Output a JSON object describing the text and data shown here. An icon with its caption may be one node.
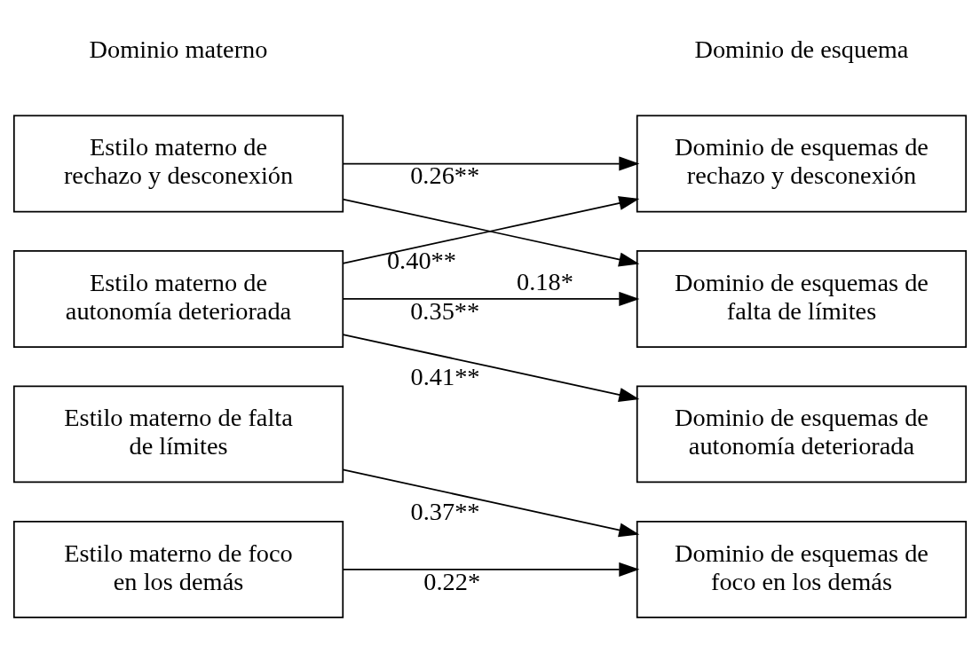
{
  "diagram": {
    "nodes": [
      {
        "text": [
          "Estilo materno de rechazo y desconexión"
        ]
      },
      {
        "text": [
          "Estilo materno de autonomía deteriorada"
        ]
      },
      {
        "text": [
          "Estilo materno de falta de límites"
        ]
      },
      {
        "text": [
          "Estilo materno de foco en los demás"
        ]
      },
      {
        "text": [
          "Dominio de esquemas de rechazo y desconexión"
        ]
      },
      {
        "text": [
          "Dominio de esquemas de falta de límites"
        ]
      },
      {
        "text": [
          "Dominio de esquemas de autonomía deteriorada"
        ]
      },
      {
        "text": [
          "Dominio de esquemas de foco en los demás"
        ]
      }
    ],
    "edges": [
      {
        "from": 0,
        "to": 4,
        "arrow": "to",
        "label": "0.26**"
      },
      {
        "from": 0,
        "to": 5,
        "arrow": "to",
        "label": "0.18*"
      },
      {
        "from": 1,
        "to": 4,
        "arrow": "to",
        "label": "0.40**"
      },
      {
        "from": 1,
        "to": 5,
        "arrow": "to",
        "label": "0.35**"
      },
      {
        "from": 1,
        "to": 6,
        "arrow": "to",
        "label": "0.41**"
      },
      {
        "from": 2,
        "to": 7,
        "arrow": "to",
        "label": "0.37**"
      },
      {
        "from": 3,
        "to": 7,
        "arrow": "to",
        "label": "0.22*"
      }
    ],
    "labels": [
      "Dominio materno",
      "Dominio de esquema"
    ]
  }
}
